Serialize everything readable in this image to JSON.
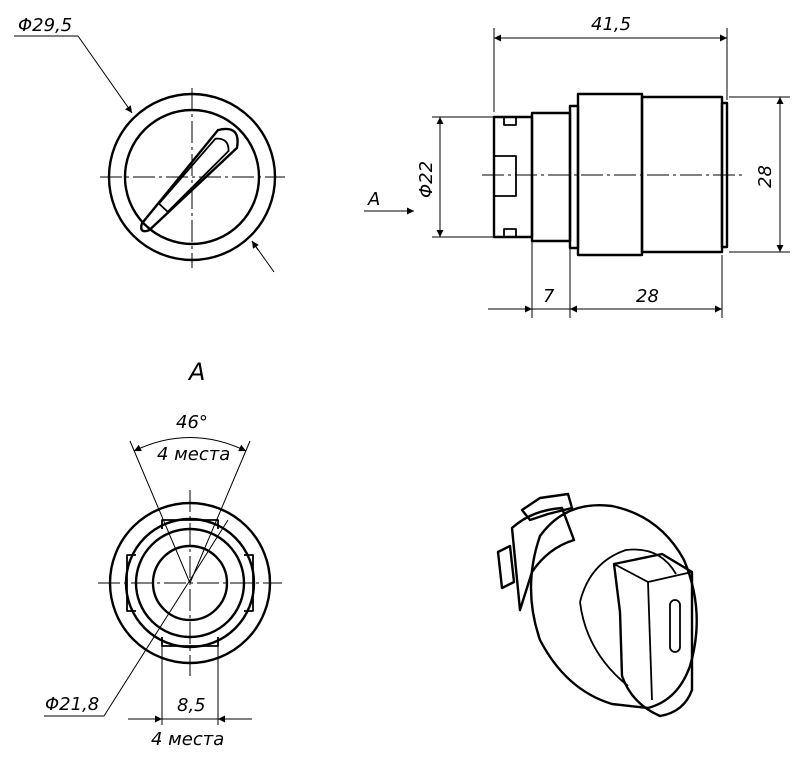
{
  "labels": {
    "top_diameter": "Φ29,5",
    "overall_length": "41,5",
    "shaft_diameter": "Φ22",
    "view_arrow": "A",
    "height": "28",
    "collar_width": "7",
    "body_length": "28",
    "view_title": "A",
    "angle": "46°",
    "angle_count": "4 места",
    "bore_diameter": "Φ21,8",
    "slot_width": "8,5",
    "slot_count": "4 места"
  }
}
